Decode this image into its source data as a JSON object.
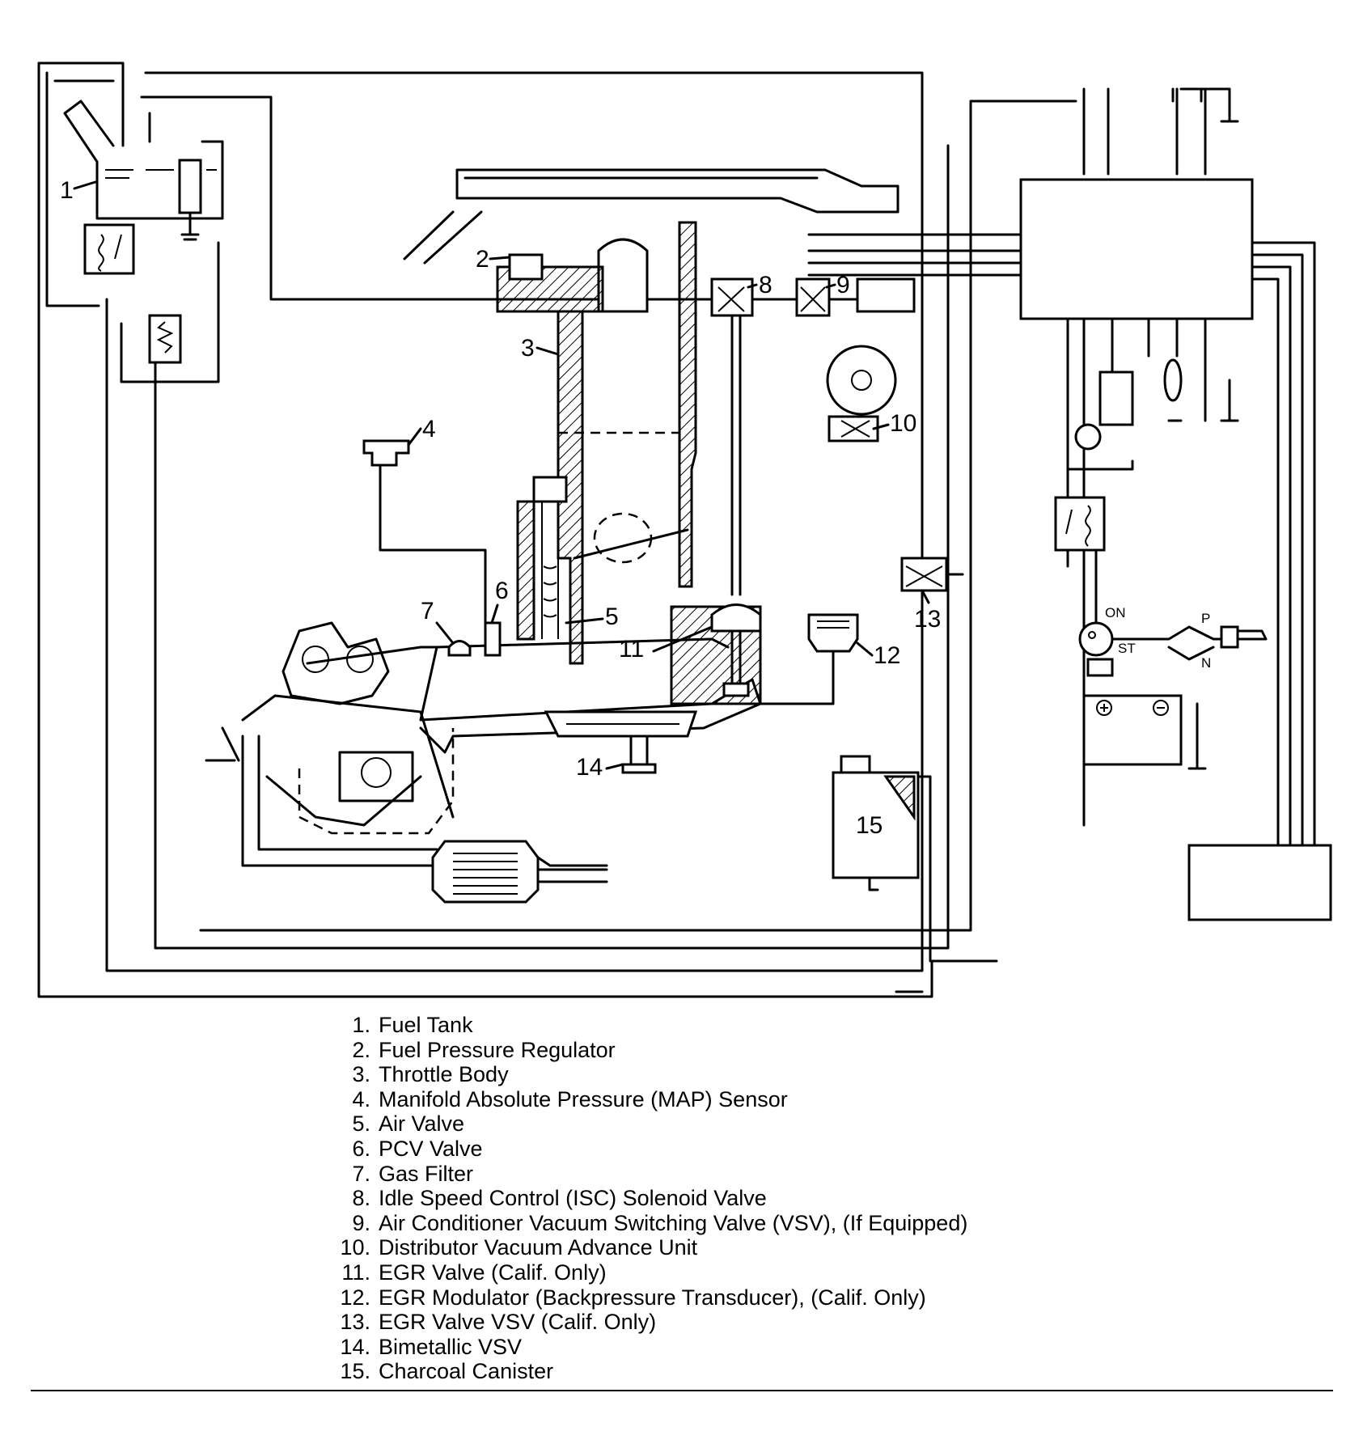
{
  "diagram": {
    "callouts": [
      "1",
      "2",
      "3",
      "4",
      "5",
      "6",
      "7",
      "8",
      "9",
      "10",
      "11",
      "12",
      "13",
      "14",
      "15"
    ],
    "switch_labels": {
      "on": "ON",
      "st": "ST",
      "p": "P",
      "n": "N"
    },
    "battery_terminals": {
      "positive": "+",
      "negative": "−"
    }
  },
  "legend": [
    {
      "num": "1.",
      "text": "Fuel Tank"
    },
    {
      "num": "2.",
      "text": "Fuel Pressure Regulator"
    },
    {
      "num": "3.",
      "text": "Throttle Body"
    },
    {
      "num": "4.",
      "text": "Manifold Absolute Pressure (MAP) Sensor"
    },
    {
      "num": "5.",
      "text": "Air Valve"
    },
    {
      "num": "6.",
      "text": "PCV Valve"
    },
    {
      "num": "7.",
      "text": "Gas Filter"
    },
    {
      "num": "8.",
      "text": "Idle Speed Control (ISC) Solenoid Valve"
    },
    {
      "num": "9.",
      "text": "Air Conditioner Vacuum Switching Valve (VSV), (If Equipped)"
    },
    {
      "num": "10.",
      "text": "Distributor Vacuum Advance Unit"
    },
    {
      "num": "11.",
      "text": "EGR Valve (Calif. Only)"
    },
    {
      "num": "12.",
      "text": "EGR Modulator (Backpressure Transducer), (Calif. Only)"
    },
    {
      "num": "13.",
      "text": "EGR Valve VSV (Calif. Only)"
    },
    {
      "num": "14.",
      "text": "Bimetallic VSV"
    },
    {
      "num": "15.",
      "text": "Charcoal Canister"
    }
  ]
}
